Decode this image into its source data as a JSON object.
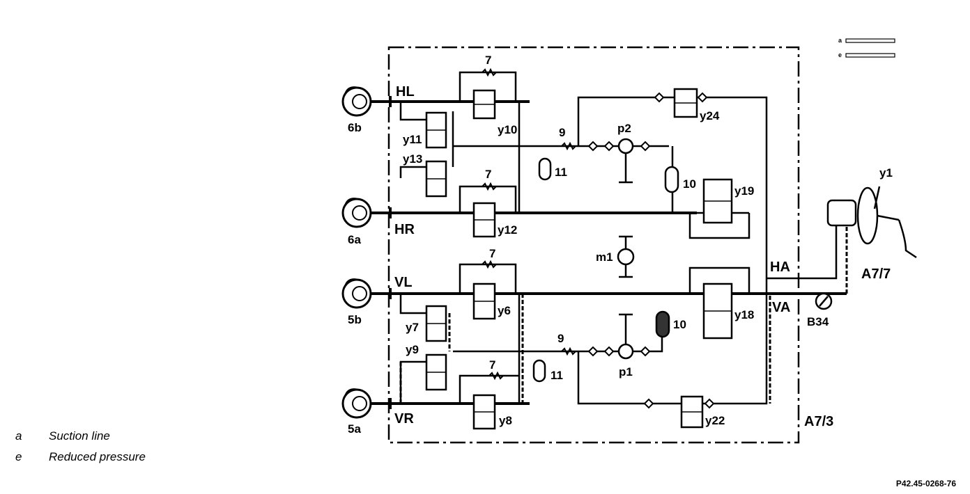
{
  "legend": {
    "items": [
      {
        "key": "a",
        "text": "Suction line"
      },
      {
        "key": "e",
        "text": "Reduced pressure"
      }
    ],
    "topright_keys": [
      "a",
      "e"
    ]
  },
  "figure_code": "P42.45-0268-76",
  "labels": {
    "HL": "HL",
    "HR": "HR",
    "VL": "VL",
    "VR": "VR",
    "HA": "HA",
    "VA": "VA",
    "wheel_hl": "6b",
    "wheel_hr": "6a",
    "wheel_vl": "5b",
    "wheel_vr": "5a",
    "y10": "y10",
    "y11": "y11",
    "y13": "y13",
    "y12": "y12",
    "y6": "y6",
    "y7": "y7",
    "y9": "y9",
    "y8": "y8",
    "y24": "y24",
    "y19": "y19",
    "y18": "y18",
    "y22": "y22",
    "y1": "y1",
    "p1": "p1",
    "p2": "p2",
    "m1": "m1",
    "n7a": "7",
    "n7b": "7",
    "n7c": "7",
    "n7d": "7",
    "n9a": "9",
    "n9b": "9",
    "n10a": "10",
    "n10b": "10",
    "n11a": "11",
    "n11b": "11",
    "A7_7": "A7/7",
    "A7_3": "A7/3",
    "B34": "B34"
  }
}
